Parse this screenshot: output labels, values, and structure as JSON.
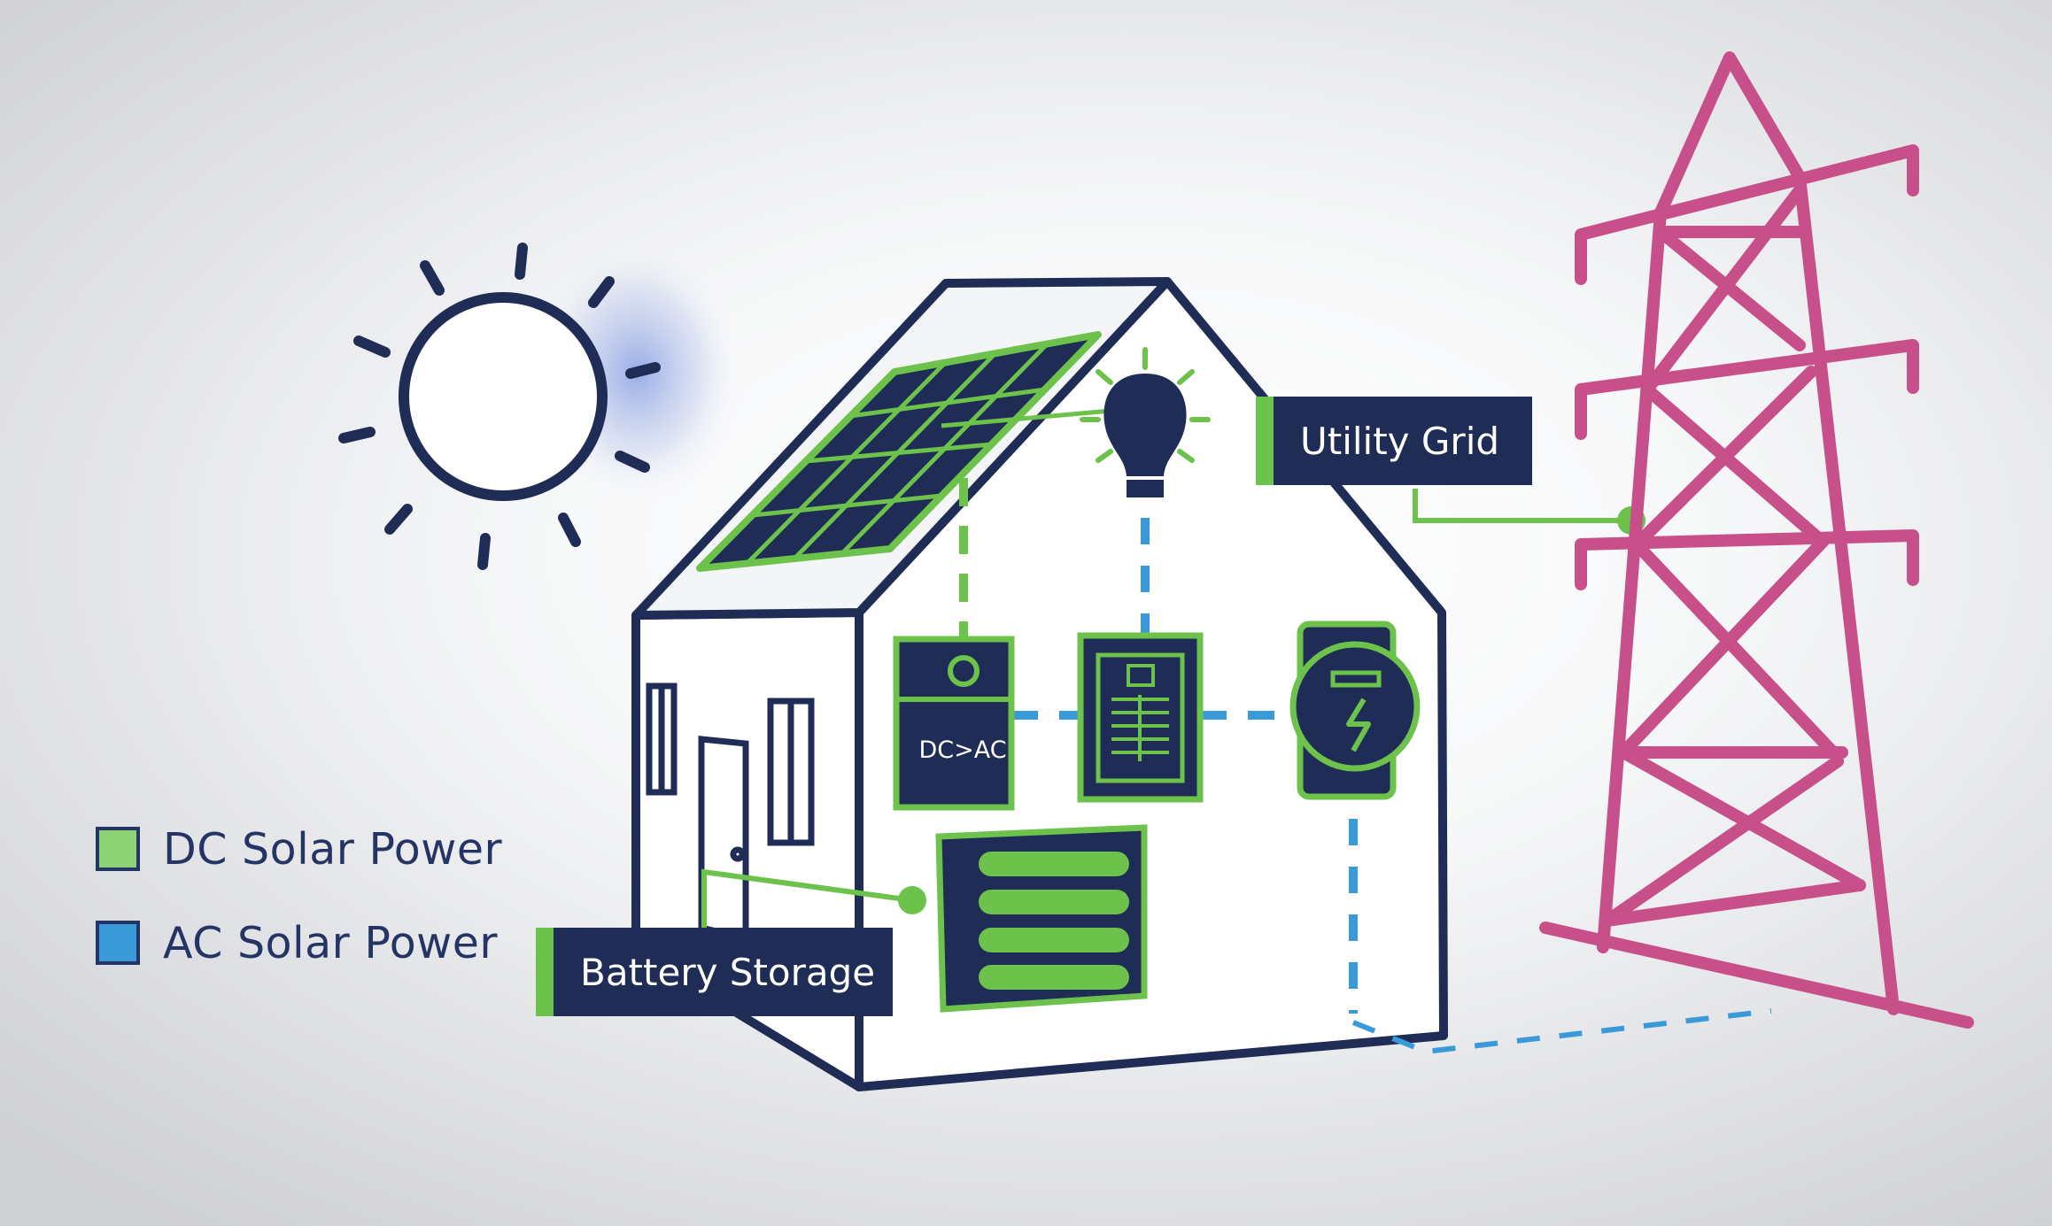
{
  "colors": {
    "outline": "#1f2c55",
    "dc": "#6cc24a",
    "ac": "#3a9ad9",
    "tower": "#c8508a",
    "panel_fill": "#1f2c55",
    "glow": "#4d6fd6"
  },
  "legend": {
    "items": [
      {
        "label": "DC Solar Power",
        "color": "#8dd376"
      },
      {
        "label": "AC Solar Power",
        "color": "#3a9ad9"
      }
    ]
  },
  "callouts": {
    "utility_grid": "Utility Grid",
    "battery_storage": "Battery Storage"
  },
  "inverter": {
    "label": "DC>AC"
  },
  "icons": {
    "sun": "sun-icon",
    "solar_panel": "solar-panel-icon",
    "light_bulb": "light-bulb-icon",
    "inverter": "inverter-icon",
    "breaker_panel": "breaker-panel-icon",
    "meter": "electric-meter-icon",
    "battery": "battery-icon",
    "tower": "transmission-tower-icon"
  }
}
